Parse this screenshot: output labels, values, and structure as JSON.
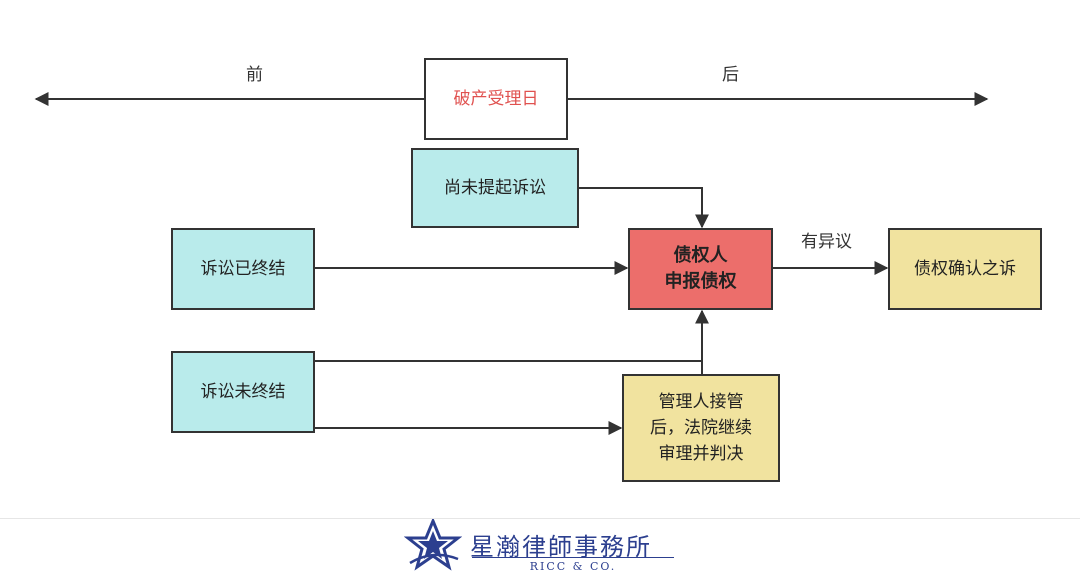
{
  "timeline": {
    "before_label": "前",
    "after_label": "后",
    "center_label": "破产受理日"
  },
  "nodes": {
    "not_filed": "尚未提起诉讼",
    "concluded": "诉讼已终结",
    "ongoing": "诉讼未终结",
    "creditor_line1": "债权人",
    "creditor_line2": "申报债权",
    "confirm_suit": "债权确认之诉",
    "court_line1": "管理人接管",
    "court_line2": "后，法院继续",
    "court_line3": "审理并判决"
  },
  "edge_labels": {
    "objection": "有异议"
  },
  "logo": {
    "name": "星瀚律師事務所",
    "sub": "RICC & CO."
  },
  "colors": {
    "cyan": "#b9ebeb",
    "yellow": "#f1e39f",
    "red": "#ec6e6b",
    "title_red": "#e0514f",
    "logo_blue": "#2c3f8f"
  }
}
